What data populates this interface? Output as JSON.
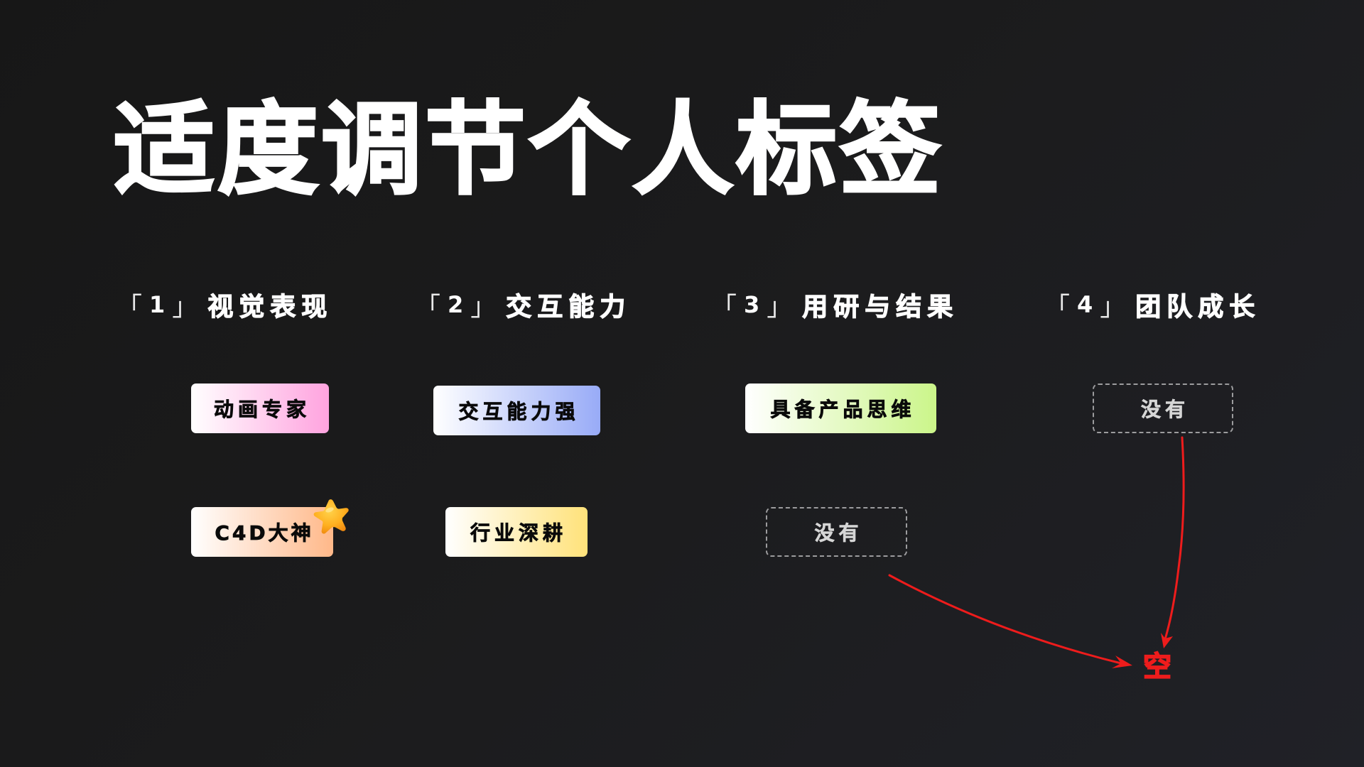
{
  "title": "适度调节个人标签",
  "colors": {
    "background_start": "#171717",
    "background_end": "#202127",
    "accent_red": "#ee1c1c",
    "dashed_border": "#9c9c9e"
  },
  "columns": [
    {
      "bracket_open": "「",
      "number": "1",
      "bracket_close": "」",
      "heading": "视觉表现",
      "tags": [
        {
          "label": "动画专家",
          "gradient_from": "#ffffff",
          "gradient_to": "#ffa3df",
          "empty": false
        },
        {
          "label": "C4D大神",
          "gradient_from": "#ffffff",
          "gradient_to": "#ffb889",
          "empty": false,
          "badge": "star-icon"
        }
      ]
    },
    {
      "bracket_open": "「",
      "number": "2",
      "bracket_close": "」",
      "heading": "交互能力",
      "tags": [
        {
          "label": "交互能力强",
          "gradient_from": "#ffffff",
          "gradient_to": "#98abf7",
          "empty": false
        },
        {
          "label": "行业深耕",
          "gradient_from": "#ffffff",
          "gradient_to": "#ffe27a",
          "empty": false
        }
      ]
    },
    {
      "bracket_open": "「",
      "number": "3",
      "bracket_close": "」",
      "heading": "用研与结果",
      "tags": [
        {
          "label": "具备产品思维",
          "gradient_from": "#ffffff",
          "gradient_to": "#cbf58a",
          "empty": false
        },
        {
          "label": "没有",
          "empty": true
        }
      ]
    },
    {
      "bracket_open": "「",
      "number": "4",
      "bracket_close": "」",
      "heading": "团队成长",
      "tags": [
        {
          "label": "没有",
          "empty": true
        }
      ]
    }
  ],
  "result": {
    "label": "空",
    "color": "#ee1c1c"
  }
}
